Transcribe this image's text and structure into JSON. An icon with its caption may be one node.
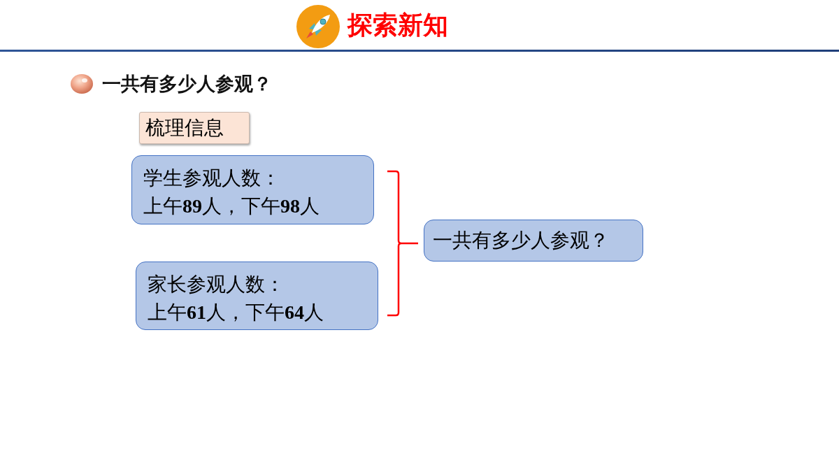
{
  "diagram": {
    "title": "探索新知",
    "nodes": [
      {
        "text": [
          "梳理信息"
        ]
      },
      {
        "text": [
          "学生参观人数：",
          "上午**89**人，下午**98**人"
        ]
      },
      {
        "text": [
          "家长参观人数：",
          "上午**61**人，下午**64**人"
        ]
      },
      {
        "text": [
          "一共有多少人参观？"
        ]
      }
    ],
    "labels": [
      "一共有多少人参观？"
    ]
  }
}
